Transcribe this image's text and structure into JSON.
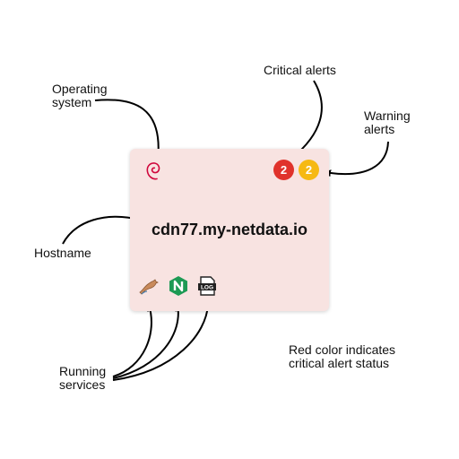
{
  "annotations": {
    "operating_system": [
      "Operating",
      "system"
    ],
    "critical_alerts": "Critical alerts",
    "warning_alerts": [
      "Warning",
      "alerts"
    ],
    "hostname": "Hostname",
    "running_services": [
      "Running",
      "services"
    ],
    "note": [
      "Red color indicates",
      "critical alert status"
    ]
  },
  "card": {
    "hostname": "cdn77.my-netdata.io",
    "critical_count": "2",
    "warning_count": "2",
    "os_icon": "debian-icon",
    "services": [
      {
        "name": "mysql-dolphin-icon"
      },
      {
        "name": "nginx-icon"
      },
      {
        "name": "log-icon",
        "text": "LOG"
      }
    ]
  },
  "colors": {
    "card_bg": "#f8e3e1",
    "critical": "#e0322b",
    "warning": "#f6b913",
    "nginx": "#1d9a54",
    "debian": "#d0073c"
  }
}
